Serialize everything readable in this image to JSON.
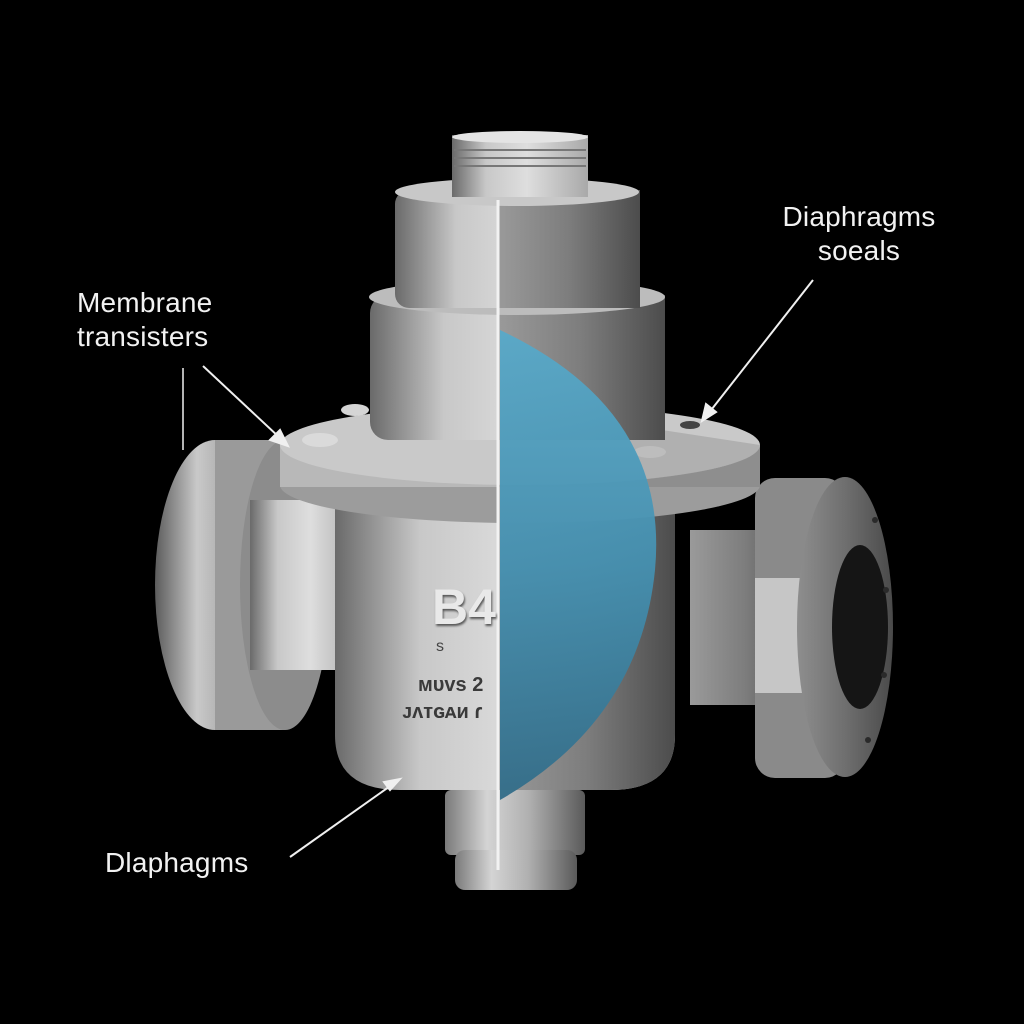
{
  "diagram": {
    "subject": "Cutaway illustration of a flanged diaphragm valve with a blue half-section overlay",
    "background_color": "#000000",
    "section_color": "#4a9bbd",
    "metal_color": "#b5b5b5",
    "body_marking": {
      "large": "B4",
      "small_line_1": "s",
      "small_line_2": "ᴍᴜᴠs 2",
      "small_line_3": "ᴊᴧᴛɢᴀᴎ ɾ"
    },
    "labels": [
      {
        "id": "membrane",
        "line1": "Membrane",
        "line2": "transisters"
      },
      {
        "id": "diaphragms-seals",
        "line1": "Diaphragms",
        "line2": "soeals"
      },
      {
        "id": "diaphragms",
        "line1": "Dlaphagms"
      }
    ]
  }
}
